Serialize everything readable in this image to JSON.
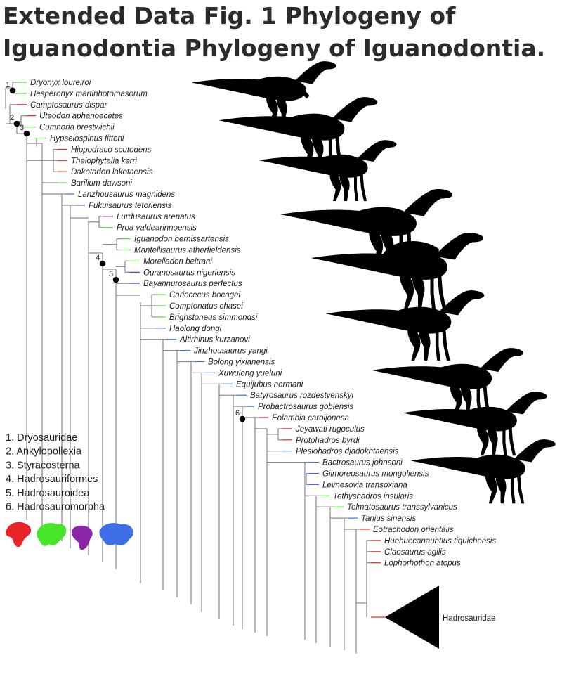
{
  "title": "Extended Data Fig. 1 Phylogeny of Iguanodontia Phylogeny of Iguanodontia.",
  "colors": {
    "NorthAmerica": "#e8242b",
    "Europe": "#47e62b",
    "Africa": "#8a25a8",
    "Asia": "#3f6fe6",
    "line": "#8a8a8a"
  },
  "taxa": [
    {
      "name": "Dryonyx loureiroi",
      "region": "Europe"
    },
    {
      "name": "Hesperonyx martinhotomasorum",
      "region": "Europe"
    },
    {
      "name": "Camptosaurus dispar",
      "region": "NorthAmerica"
    },
    {
      "name": "Uteodon aphanoecetes",
      "region": "NorthAmerica"
    },
    {
      "name": "Cumnoria prestwichii",
      "region": "Europe"
    },
    {
      "name": "Hypselospinus fittoni",
      "region": "Europe"
    },
    {
      "name": "Hippodraco scutodens",
      "region": "NorthAmerica"
    },
    {
      "name": "Theiophytalia kerri",
      "region": "NorthAmerica"
    },
    {
      "name": "Dakotadon lakotaensis",
      "region": "NorthAmerica"
    },
    {
      "name": "Barilium dawsoni",
      "region": "Europe"
    },
    {
      "name": "Lanzhousaurus magnidens",
      "region": "Asia"
    },
    {
      "name": "Fukuisaurus tetoriensis",
      "region": "Asia"
    },
    {
      "name": "Lurdusaurus arenatus",
      "region": "Africa"
    },
    {
      "name": "Proa valdearinnoensis",
      "region": "Europe"
    },
    {
      "name": "Iguanodon bernissartensis",
      "region": "Europe"
    },
    {
      "name": "Mantellisaurus atherfieldensis",
      "region": "Europe"
    },
    {
      "name": "Morelladon beltrani",
      "region": "Europe"
    },
    {
      "name": "Ouranosaurus nigeriensis",
      "region": "Africa"
    },
    {
      "name": "Bayannurosaurus perfectus",
      "region": "Asia"
    },
    {
      "name": "Cariocecus bocagei",
      "region": "Europe"
    },
    {
      "name": "Comptonatus chasei",
      "region": "Europe"
    },
    {
      "name": "Brighstoneus simmondsi",
      "region": "Europe"
    },
    {
      "name": "Haolong dongi",
      "region": "Asia",
      "highlight": true
    },
    {
      "name": "Altirhinus kurzanovi",
      "region": "Asia"
    },
    {
      "name": "Jinzhousaurus yangi",
      "region": "Asia"
    },
    {
      "name": "Bolong yixianensis",
      "region": "Asia"
    },
    {
      "name": "Xuwulong yueluni",
      "region": "Asia"
    },
    {
      "name": "Equijubus normani",
      "region": "Asia"
    },
    {
      "name": "Batyrosaurus rozdestvenskyi",
      "region": "Asia"
    },
    {
      "name": "Probactrosaurus gobiensis",
      "region": "Asia"
    },
    {
      "name": "Eolambia caroljonesa",
      "region": "NorthAmerica"
    },
    {
      "name": "Jeyawati rugoculus",
      "region": "NorthAmerica"
    },
    {
      "name": "Protohadros byrdi",
      "region": "NorthAmerica"
    },
    {
      "name": "Plesiohadros djadokhtaensis",
      "region": "Asia"
    },
    {
      "name": "Bactrosaurus johnsoni",
      "region": "Asia"
    },
    {
      "name": "Gilmoreosaurus mongoliensis",
      "region": "Asia"
    },
    {
      "name": "Levnesovia transoxiana",
      "region": "Asia"
    },
    {
      "name": "Tethyshadros insularis",
      "region": "Europe"
    },
    {
      "name": "Telmatosaurus transsylvanicus",
      "region": "Europe"
    },
    {
      "name": "Tanius sinensis",
      "region": "Asia"
    },
    {
      "name": "Eotrachodon orientalis",
      "region": "NorthAmerica"
    },
    {
      "name": "Huehuecanauhtlus tiquichensis",
      "region": "NorthAmerica"
    },
    {
      "name": "Claosaurus agilis",
      "region": "NorthAmerica"
    },
    {
      "name": "Lophorhothon atopus",
      "region": "NorthAmerica"
    }
  ],
  "nodes": [
    {
      "label": "1"
    },
    {
      "label": "2"
    },
    {
      "label": "3"
    },
    {
      "label": "4"
    },
    {
      "label": "5"
    },
    {
      "label": "6"
    }
  ],
  "collapsed_clade": {
    "name": "Hadrosauridae"
  },
  "legend": [
    "1. Dryosauridae",
    "2. Ankylopollexia",
    "3. Styracosterna",
    "4. Hadrosauriformes",
    "5. Hadrosauroidea",
    "6. Hadrosauromorpha"
  ],
  "continent_icons": [
    {
      "name": "north-america-icon",
      "region": "NorthAmerica"
    },
    {
      "name": "europe-icon",
      "region": "Europe"
    },
    {
      "name": "africa-icon",
      "region": "Africa"
    },
    {
      "name": "asia-icon",
      "region": "Asia"
    }
  ],
  "silhouettes": [
    "dryosaur-silhouette-icon",
    "camptosaur-silhouette-icon",
    "hypselospinus-silhouette-icon",
    "iguanodon-silhouette-icon",
    "ouranosaurus-silhouette-icon",
    "haolong-silhouette-icon",
    "probactrosaurus-silhouette-icon",
    "eolambia-silhouette-icon",
    "hadrosaur-silhouette-icon"
  ]
}
